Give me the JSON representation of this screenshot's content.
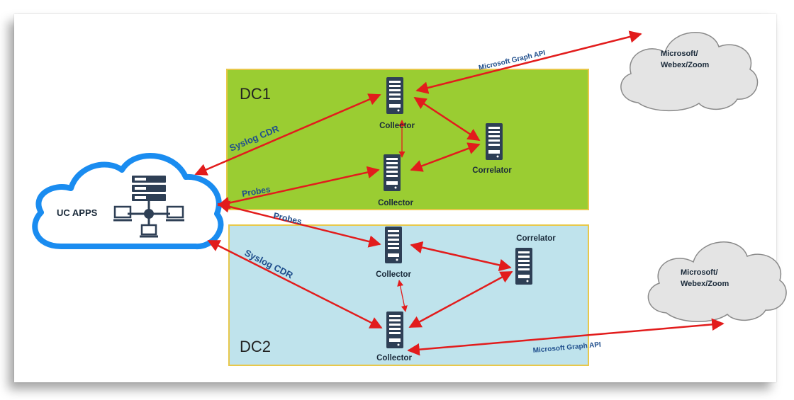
{
  "zones": {
    "dc1": {
      "label": "DC1",
      "fill": "#9acd32",
      "border": "#e8c84a"
    },
    "dc2": {
      "label": "DC2",
      "fill": "#bfe3ec",
      "border": "#e8c84a"
    }
  },
  "uc_cloud": {
    "label": "UC APPS",
    "stroke": "#1a8cf0"
  },
  "ext_clouds": [
    {
      "label_line1": "Microsoft/",
      "label_line2": "Webex/Zoom"
    },
    {
      "label_line1": "Microsoft/",
      "label_line2": "Webex/Zoom"
    }
  ],
  "nodes": {
    "dc1_collector_top": "Collector",
    "dc1_collector_bottom": "Collector",
    "dc1_correlator": "Correlator",
    "dc2_collector_top": "Collector",
    "dc2_collector_bottom": "Collector",
    "dc2_correlator": "Correlator"
  },
  "link_labels": {
    "graph_api_top": "Microsoft Graph API",
    "syslog_dc1": "Syslog CDR",
    "probes_dc1": "Probes",
    "probes_dc2": "Probes",
    "syslog_dc2": "Syslog CDR",
    "graph_api_bottom": "Microsoft Graph API"
  },
  "colors": {
    "arrow": "#e21c1c",
    "link_text": "#1f4e8c",
    "node_text": "#1a2a3a",
    "server": "#2e3f55"
  }
}
